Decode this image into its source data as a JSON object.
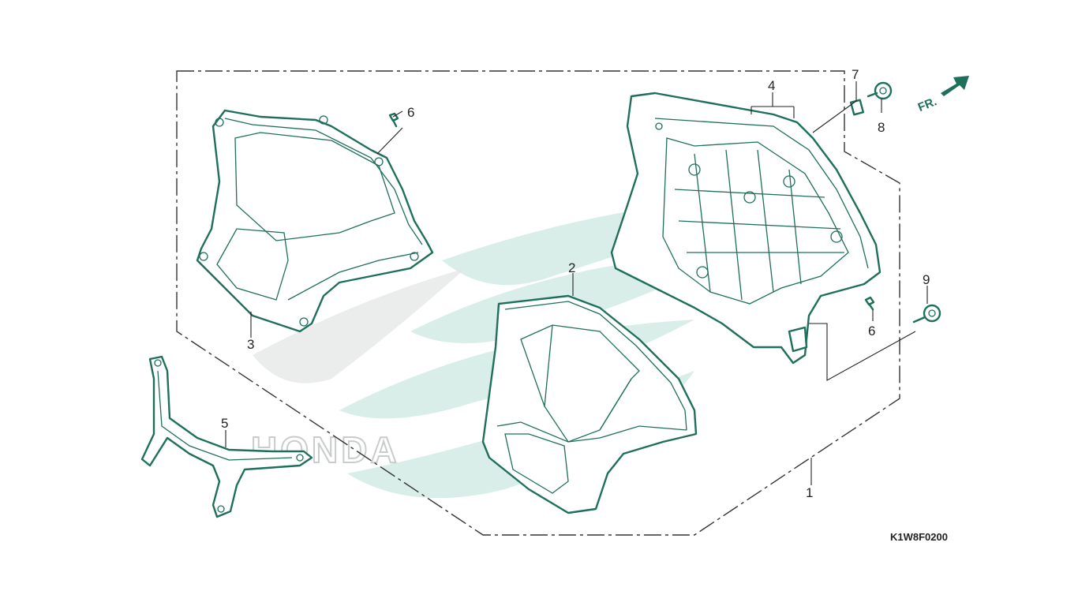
{
  "diagram": {
    "callouts": {
      "c1": "1",
      "c2": "2",
      "c3": "3",
      "c4": "4",
      "c5": "5",
      "c6a": "6",
      "c6b": "6",
      "c7": "7",
      "c8": "8",
      "c9": "9"
    },
    "fr_label": "FR.",
    "code": "K1W8F0200",
    "watermark_text": "HONDA",
    "colors": {
      "line": "#1e6f5c",
      "watermark": "#d9eee8",
      "text": "#222222"
    }
  }
}
